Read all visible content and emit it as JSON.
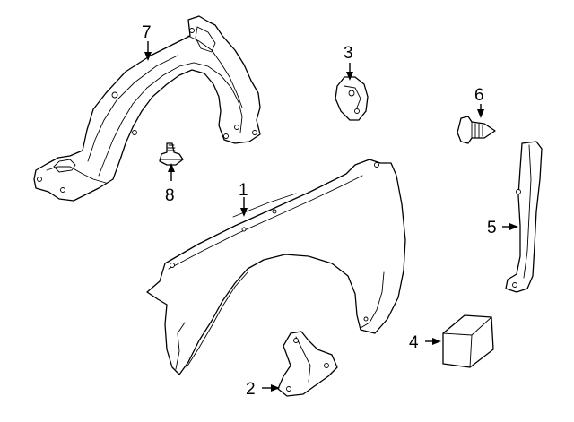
{
  "callouts": [
    {
      "number": "1"
    },
    {
      "number": "2"
    },
    {
      "number": "3"
    },
    {
      "number": "4"
    },
    {
      "number": "5"
    },
    {
      "number": "6"
    },
    {
      "number": "7"
    },
    {
      "number": "8"
    }
  ],
  "colors": {
    "line": "#000000",
    "fill": "#ffffff",
    "background": "#ffffff"
  }
}
